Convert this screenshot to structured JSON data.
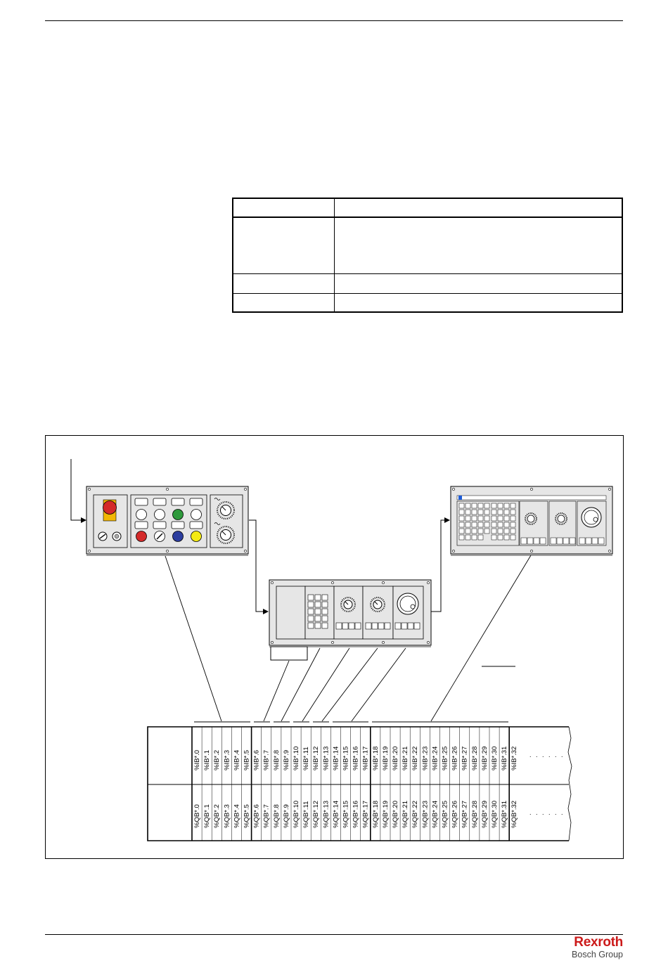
{
  "mapping_table": {
    "input_labels": [
      "%IB*.0",
      "%IB*.1",
      "%IB*.2",
      "%IB*.3",
      "%IB*.4",
      "%IB*.5",
      "%IB*.6",
      "%IB*.7",
      "%IB*.8",
      "%IB*.9",
      "%IB*.10",
      "%IB*.11",
      "%IB*.12",
      "%IB*.13",
      "%IB*.14",
      "%IB*.15",
      "%IB*.16",
      "%IB*.17",
      "%IB*.18",
      "%IB*.19",
      "%IB*.20",
      "%IB*.21",
      "%IB*.22",
      "%IB*.23",
      "%IB*.24",
      "%IB*.25",
      "%IB*.26",
      "%IB*.27",
      "%IB*.28",
      "%IB*.29",
      "%IB*.30",
      "%IB*.31",
      "%IB*.32"
    ],
    "output_labels": [
      "%QB*.0",
      "%QB*.1",
      "%QB*.2",
      "%QB*.3",
      "%QB*.4",
      "%QB*.5",
      "%QB*.6",
      "%QB*.7",
      "%QB*.8",
      "%QB*.9",
      "%QB*.10",
      "%QB*.11",
      "%QB*.12",
      "%QB*.13",
      "%QB*.14",
      "%QB*.15",
      "%QB*.16",
      "%QB*.17",
      "%QB*.18",
      "%QB*.19",
      "%QB*.20",
      "%QB*.21",
      "%QB*.22",
      "%QB*.23",
      "%QB*.24",
      "%QB*.25",
      "%QB*.26",
      "%QB*.27",
      "%QB*.28",
      "%QB*.29",
      "%QB*.30",
      "%QB*.31",
      "%QB*.32"
    ],
    "continuation": ". . . . . ."
  },
  "colors": {
    "emergency_stop": "#d42a2a",
    "emergency_stop_collar": "#f2b705",
    "button_green": "#2e9a3c",
    "button_red": "#d42a2a",
    "button_blue": "#2c3d9e",
    "button_yellow": "#f4ea15",
    "panel_fill": "#e6e6e6",
    "screen_blue": "#1d5bd6"
  },
  "logo": {
    "brand": "Rexroth",
    "group": "Bosch Group"
  }
}
